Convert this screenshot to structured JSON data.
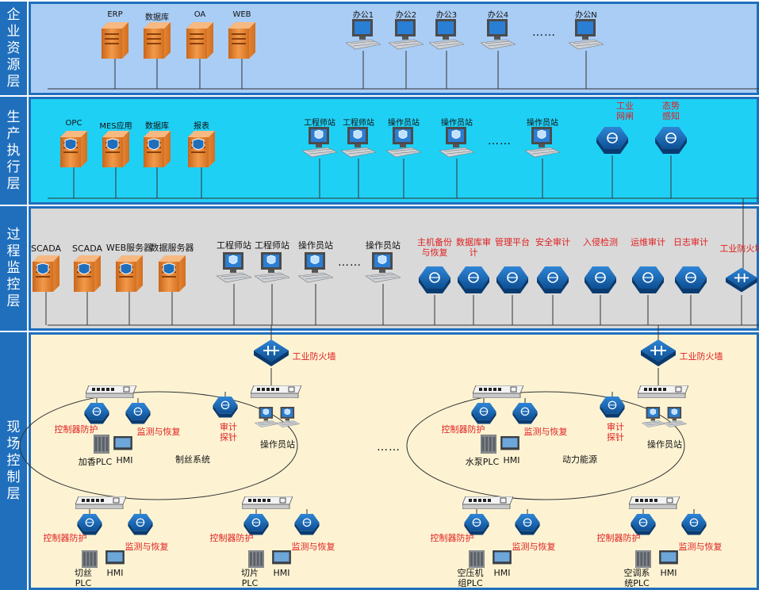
{
  "layers": [
    {
      "name": "企业资源层",
      "bg": "#a9cdf5"
    },
    {
      "name": "生产执行层",
      "bg": "#1fd0f5"
    },
    {
      "name": "过程监控层",
      "bg": "#d9d9d9"
    },
    {
      "name": "现场控制层",
      "bg": "#fdf3d3"
    }
  ],
  "enterprise": {
    "servers": [
      "ERP",
      "数据库",
      "OA",
      "WEB"
    ],
    "offices": [
      "办公1",
      "办公2",
      "办公3",
      "办公4",
      "办公N"
    ],
    "ellipsis": "……"
  },
  "execution": {
    "servers": [
      "OPC",
      "MES应用",
      "数据库",
      "报表"
    ],
    "workstations": [
      "工程师站",
      "工程师站",
      "操作员站",
      "操作员站",
      "操作员站"
    ],
    "ellipsis": "……",
    "security": [
      "工业网闸",
      "态势感知"
    ]
  },
  "process": {
    "servers": [
      "SCADA",
      "SCADA",
      "WEB服务器",
      "数据服务器"
    ],
    "workstations": [
      "工程师站",
      "工程师站",
      "操作员站",
      "操作员站"
    ],
    "ellipsis": "……",
    "security": [
      "主机备份与恢复",
      "数据库审计",
      "管理平台",
      "安全审计",
      "入侵检测",
      "运维审计",
      "日志审计",
      "工业防火墙"
    ]
  },
  "field": {
    "firewall": "工业防火墙",
    "ellipsis": "……",
    "systems": [
      {
        "name": "制丝系统",
        "audit": "审计探针",
        "ops": "操作员站",
        "groups": [
          {
            "guard": "控制器防护",
            "monitor": "监测与恢复",
            "plc": "加香PLC",
            "hmi": "HMI"
          },
          {
            "guard": "控制器防护",
            "monitor": "监测与恢复",
            "plc": "切丝PLC",
            "hmi": "HMI"
          },
          {
            "guard": "控制器防护",
            "monitor": "监测与恢复",
            "plc": "切片PLC",
            "hmi": "HMI"
          }
        ]
      },
      {
        "name": "动力能源",
        "audit": "审计探针",
        "ops": "操作员站",
        "groups": [
          {
            "guard": "控制器防护",
            "monitor": "监测与恢复",
            "plc": "水泵PLC",
            "hmi": "HMI"
          },
          {
            "guard": "控制器防护",
            "monitor": "监测与恢复",
            "plc": "空压机组PLC",
            "hmi": "HMI"
          },
          {
            "guard": "控制器防护",
            "monitor": "监测与恢复",
            "plc": "空调系统PLC",
            "hmi": "HMI"
          }
        ]
      }
    ]
  },
  "colors": {
    "accent": "#1f6fbd",
    "alert": "#e02020",
    "server": "#e8822a",
    "device": "#1763b0"
  }
}
